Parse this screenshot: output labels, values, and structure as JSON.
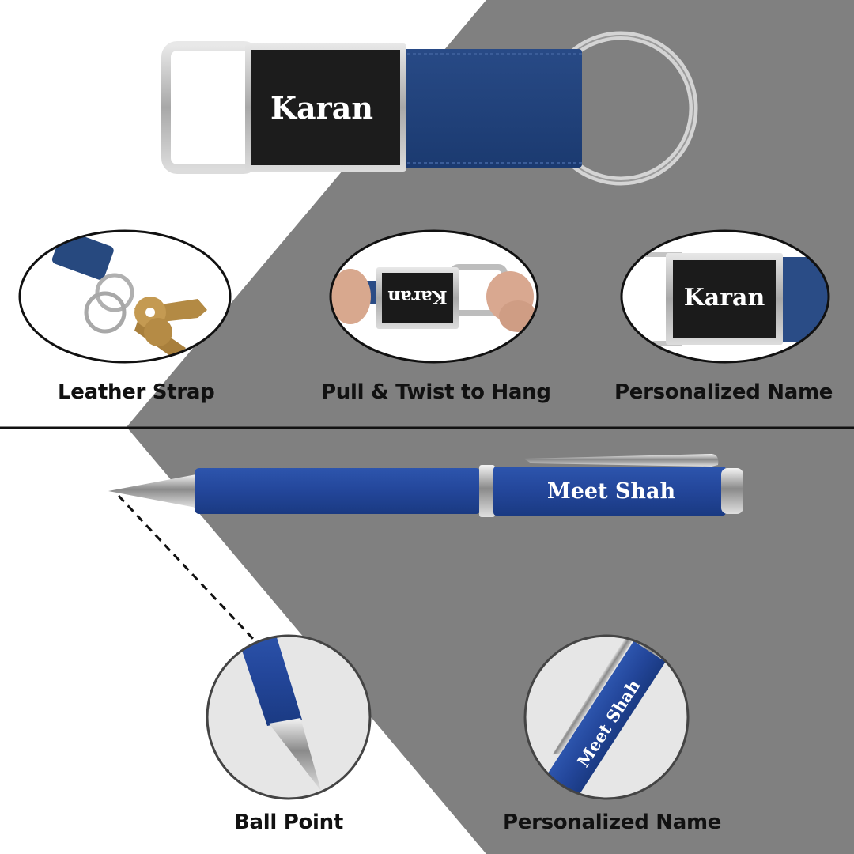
{
  "keychain": {
    "engraved_name": "Karan",
    "captions": {
      "leather_strap": "Leather Strap",
      "pull_twist": "Pull & Twist to Hang",
      "personalized_name": "Personalized Name"
    }
  },
  "pen": {
    "engraved_name": "Meet Shah",
    "captions": {
      "ball_point": "Ball Point",
      "personalized_name": "Personalized Name"
    }
  },
  "colors": {
    "background": "#ffffff",
    "panel_gray": "#808080",
    "leather_blue": "#1f3f7a",
    "pen_blue": "#24489a",
    "plate_black": "#1a1a1a",
    "metal": "#b8b8b8",
    "divider": "#111111"
  }
}
